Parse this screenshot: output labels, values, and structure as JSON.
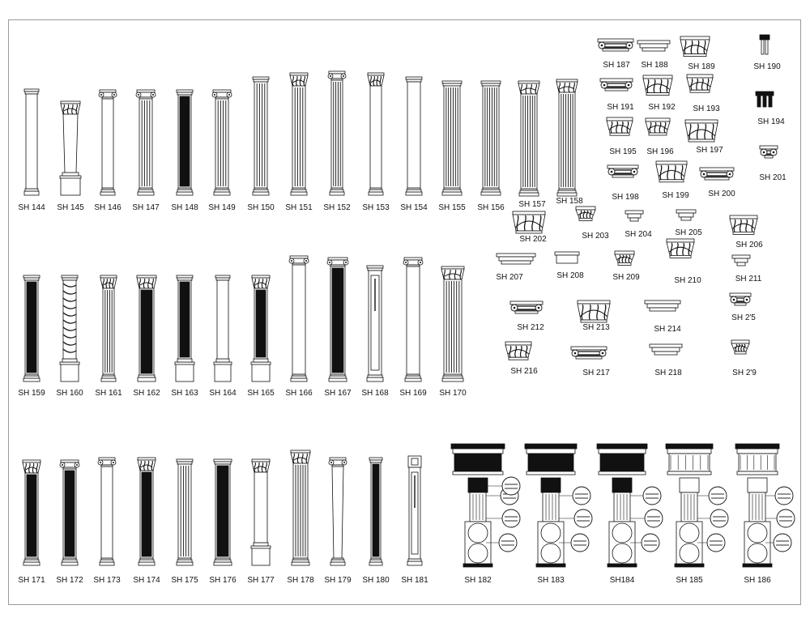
{
  "catalog": {
    "row1_columns": [
      {
        "code": "SH 144",
        "capital": "tuscan",
        "shaft": "plain",
        "base": "plinth"
      },
      {
        "code": "SH 145",
        "capital": "corinthian",
        "shaft": "tapered",
        "base": "pedestal"
      },
      {
        "code": "SH 146",
        "capital": "ionic",
        "shaft": "plain",
        "base": "attic"
      },
      {
        "code": "SH 147",
        "capital": "ionic",
        "shaft": "fluted",
        "base": "attic"
      },
      {
        "code": "SH 148",
        "capital": "tuscan",
        "shaft": "dark",
        "base": "attic"
      },
      {
        "code": "SH 149",
        "capital": "ionic",
        "shaft": "fluted",
        "base": "attic"
      },
      {
        "code": "SH 150",
        "capital": "tuscan",
        "shaft": "fluted",
        "base": "attic"
      },
      {
        "code": "SH 151",
        "capital": "corinthian",
        "shaft": "fluted",
        "base": "attic"
      },
      {
        "code": "SH 152",
        "capital": "ionic",
        "shaft": "fluted",
        "base": "attic"
      },
      {
        "code": "SH 153",
        "capital": "corinthian",
        "shaft": "plain",
        "base": "attic"
      },
      {
        "code": "SH 154",
        "capital": "tuscan",
        "shaft": "plain",
        "base": "attic"
      },
      {
        "code": "SH 155",
        "capital": "tuscan",
        "shaft": "fluted",
        "base": "attic"
      },
      {
        "code": "SH 156",
        "capital": "tuscan",
        "shaft": "fluted",
        "base": "attic"
      },
      {
        "code": "SH 157",
        "capital": "corinthian",
        "shaft": "fluted",
        "base": "attic"
      },
      {
        "code": "SH 158",
        "capital": "corinthian",
        "shaft": "fluted",
        "base": "attic"
      }
    ],
    "row2_columns": [
      {
        "code": "SH 159",
        "capital": "tuscan",
        "shaft": "dark",
        "base": "attic"
      },
      {
        "code": "SH 160",
        "capital": "tuscan",
        "shaft": "twisted",
        "base": "pedestal"
      },
      {
        "code": "SH 161",
        "capital": "corinthian",
        "shaft": "fluted",
        "base": "attic"
      },
      {
        "code": "SH 162",
        "capital": "corinthian",
        "shaft": "dark",
        "base": "plinth"
      },
      {
        "code": "SH 163",
        "capital": "tuscan",
        "shaft": "dark",
        "base": "pedestal"
      },
      {
        "code": "SH 164",
        "capital": "tuscan",
        "shaft": "plain",
        "base": "pedestal"
      },
      {
        "code": "SH 165",
        "capital": "corinthian",
        "shaft": "dark",
        "base": "pedestal"
      },
      {
        "code": "SH 166",
        "capital": "ionic",
        "shaft": "plain",
        "base": "attic"
      },
      {
        "code": "SH 167",
        "capital": "ionic",
        "shaft": "dark",
        "base": "attic"
      },
      {
        "code": "SH 168",
        "capital": "tuscan",
        "shaft": "pilaster",
        "base": "plinth"
      },
      {
        "code": "SH 169",
        "capital": "ionic",
        "shaft": "plain",
        "base": "attic"
      },
      {
        "code": "SH 170",
        "capital": "corinthian",
        "shaft": "fluted",
        "base": "attic"
      }
    ],
    "row3_columns": [
      {
        "code": "SH 171",
        "capital": "corinthian",
        "shaft": "dark",
        "base": "attic"
      },
      {
        "code": "SH 172",
        "capital": "ionic",
        "shaft": "dark",
        "base": "attic"
      },
      {
        "code": "SH 173",
        "capital": "ionic",
        "shaft": "plain",
        "base": "attic"
      },
      {
        "code": "SH 174",
        "capital": "corinthian",
        "shaft": "dark",
        "base": "attic"
      },
      {
        "code": "SH 175",
        "capital": "tuscan",
        "shaft": "fluted",
        "base": "attic"
      },
      {
        "code": "SH 176",
        "capital": "tuscan",
        "shaft": "dark",
        "base": "attic"
      },
      {
        "code": "SH 177",
        "capital": "corinthian",
        "shaft": "plain",
        "base": "pedestal"
      },
      {
        "code": "SH 178",
        "capital": "corinthian",
        "shaft": "fluted",
        "base": "attic"
      },
      {
        "code": "SH 179",
        "capital": "ionic",
        "shaft": "tapered",
        "base": "attic"
      },
      {
        "code": "SH 180",
        "capital": "tuscan",
        "shaft": "dark",
        "base": "attic"
      },
      {
        "code": "SH 181",
        "capital": "square",
        "shaft": "pilaster",
        "base": "plinth"
      }
    ],
    "assemblies": [
      {
        "code": "SH 182",
        "detail_count": 4
      },
      {
        "code": "SH 183",
        "detail_count": 3
      },
      {
        "code": "SH184",
        "detail_count": 3
      },
      {
        "code": "SH 185",
        "detail_count": 3
      },
      {
        "code": "SH 186",
        "detail_count": 3
      }
    ],
    "capitals": [
      {
        "code": "SH 187",
        "kind": "ionic"
      },
      {
        "code": "SH 188",
        "kind": "tuscan"
      },
      {
        "code": "SH 189",
        "kind": "corinthian"
      },
      {
        "code": "SH 190",
        "kind": "pilaster"
      },
      {
        "code": "SH 191",
        "kind": "ionic"
      },
      {
        "code": "SH 192",
        "kind": "corinthian"
      },
      {
        "code": "SH 193",
        "kind": "corinthian"
      },
      {
        "code": "SH 194",
        "kind": "pilaster"
      },
      {
        "code": "SH 195",
        "kind": "corinthian"
      },
      {
        "code": "SH 196",
        "kind": "corinthian"
      },
      {
        "code": "SH 197",
        "kind": "corinthian"
      },
      {
        "code": "SH 201",
        "kind": "ionic"
      },
      {
        "code": "SH 198",
        "kind": "ionic"
      },
      {
        "code": "SH 199",
        "kind": "corinthian"
      },
      {
        "code": "SH 200",
        "kind": "ionic"
      },
      {
        "code": "SH 202",
        "kind": "corinthian"
      },
      {
        "code": "SH 203",
        "kind": "corinthian"
      },
      {
        "code": "SH 204",
        "kind": "tuscan"
      },
      {
        "code": "SH 205",
        "kind": "tuscan"
      },
      {
        "code": "SH 206",
        "kind": "corinthian"
      },
      {
        "code": "SH 207",
        "kind": "tuscan"
      },
      {
        "code": "SH 208",
        "kind": "block"
      },
      {
        "code": "SH 209",
        "kind": "corinthian"
      },
      {
        "code": "SH 210",
        "kind": "corinthian"
      },
      {
        "code": "SH 211",
        "kind": "tuscan"
      },
      {
        "code": "SH 212",
        "kind": "ionic"
      },
      {
        "code": "SH 213",
        "kind": "corinthian"
      },
      {
        "code": "SH 214",
        "kind": "tuscan"
      },
      {
        "code": "SH 2'5",
        "kind": "ionic"
      },
      {
        "code": "SH 216",
        "kind": "corinthian"
      },
      {
        "code": "SH 217",
        "kind": "ionic"
      },
      {
        "code": "SH 218",
        "kind": "tuscan"
      },
      {
        "code": "SH 2'9",
        "kind": "corinthian"
      }
    ]
  }
}
